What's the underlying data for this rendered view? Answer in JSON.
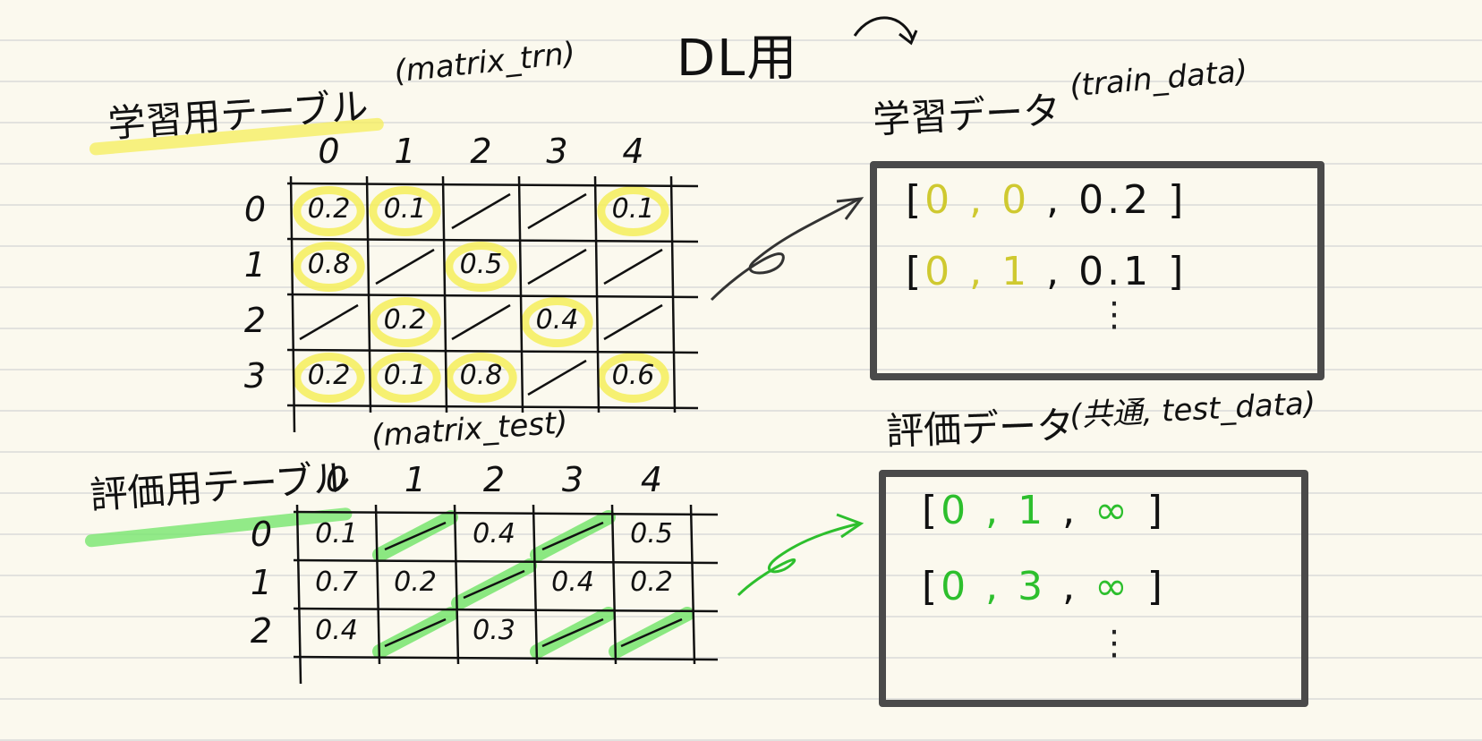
{
  "title": "DL用",
  "train_table": {
    "label_jp": "学習用テーブル",
    "label_en": "(matrix_trn)",
    "col_headers": [
      "0",
      "1",
      "2",
      "3",
      "4"
    ],
    "row_headers": [
      "0",
      "1",
      "2",
      "3"
    ],
    "cells": [
      [
        "0.2",
        "0.1",
        "",
        "",
        "0.1"
      ],
      [
        "0.8",
        "",
        "0.5",
        "",
        ""
      ],
      [
        "",
        "0.2",
        "",
        "0.4",
        ""
      ],
      [
        "0.2",
        "0.1",
        "0.8",
        "",
        "0.6"
      ]
    ],
    "highlight_color": "#f5ee5a"
  },
  "test_table": {
    "label_jp": "評価用テーブル",
    "label_en": "(matrix_test)",
    "col_headers": [
      "0",
      "1",
      "2",
      "3",
      "4"
    ],
    "row_headers": [
      "0",
      "1",
      "2"
    ],
    "cells": [
      [
        "0.1",
        "",
        "0.4",
        "",
        "0.5"
      ],
      [
        "0.7",
        "0.2",
        "",
        "0.4",
        "0.2"
      ],
      [
        "0.4",
        "",
        "0.3",
        "",
        ""
      ]
    ],
    "highlight_color": "#78e66e"
  },
  "train_data": {
    "label_jp": "学習データ",
    "label_en": "(train_data)",
    "rows": [
      {
        "open": "[",
        "a": "0",
        "sep1": ",",
        "b": "0",
        "sep2": ",",
        "c": "0.2",
        "close": "]"
      },
      {
        "open": "[",
        "a": "0",
        "sep1": ",",
        "b": "1",
        "sep2": ",",
        "c": "0.1",
        "close": "]"
      }
    ],
    "ellipsis": "⋮"
  },
  "test_data": {
    "label_jp": "評価データ",
    "label_en": "(共通, test_data)",
    "rows": [
      {
        "open": "[",
        "a": "0",
        "sep1": ",",
        "b": "1",
        "sep2": ",",
        "c": "∞",
        "close": "]"
      },
      {
        "open": "[",
        "a": "0",
        "sep1": ",",
        "b": "3",
        "sep2": ",",
        "c": "∞",
        "close": "]"
      }
    ],
    "ellipsis": "⋮"
  },
  "colors": {
    "ink": "#111111",
    "yellow": "#cfc930",
    "green": "#2dbf2d",
    "box": "#4a4a4a"
  }
}
